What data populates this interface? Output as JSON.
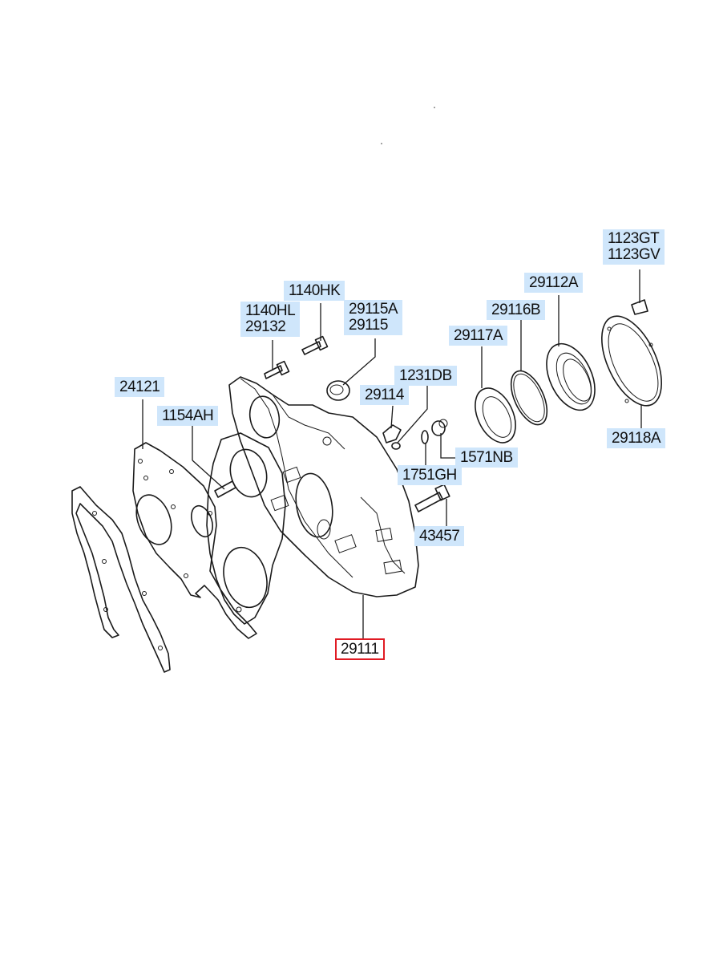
{
  "diagram": {
    "labels": [
      {
        "id": "l1123",
        "lines": [
          "1123GT",
          "1123GV"
        ]
      },
      {
        "id": "l29112a",
        "lines": [
          "29112A"
        ]
      },
      {
        "id": "l29116b",
        "lines": [
          "29116B"
        ]
      },
      {
        "id": "l29117a",
        "lines": [
          "29117A"
        ]
      },
      {
        "id": "l1140hk",
        "lines": [
          "1140HK"
        ]
      },
      {
        "id": "l1140hl",
        "lines": [
          "1140HL",
          "29132"
        ]
      },
      {
        "id": "l29115",
        "lines": [
          "29115A",
          "29115"
        ]
      },
      {
        "id": "l1231db",
        "lines": [
          "1231DB"
        ]
      },
      {
        "id": "l29114",
        "lines": [
          "29114"
        ]
      },
      {
        "id": "l24121",
        "lines": [
          "24121"
        ]
      },
      {
        "id": "l1154ah",
        "lines": [
          "1154AH"
        ]
      },
      {
        "id": "l1571nb",
        "lines": [
          "1571NB"
        ]
      },
      {
        "id": "l1751gh",
        "lines": [
          "1751GH"
        ]
      },
      {
        "id": "l43457",
        "lines": [
          "43457"
        ]
      },
      {
        "id": "l29118a",
        "lines": [
          "29118A"
        ]
      },
      {
        "id": "l29111",
        "lines": [
          "29111"
        ],
        "selected": true
      }
    ]
  }
}
